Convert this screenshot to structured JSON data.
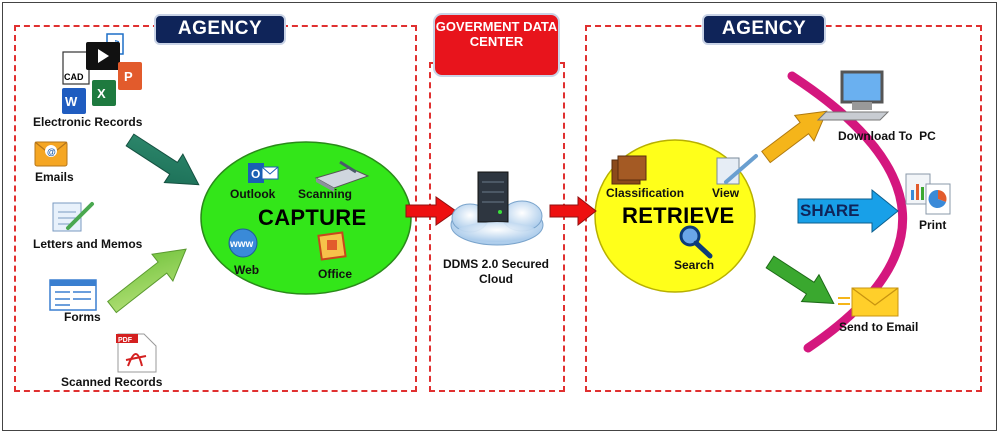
{
  "sections": {
    "left_agency": "AGENCY",
    "data_center": "GOVERMENT DATA CENTER",
    "right_agency": "AGENCY"
  },
  "inputs": {
    "electronic_records": "Electronic Records",
    "emails": "Emails",
    "letters": "Letters and Memos",
    "forms": "Forms",
    "scanned": "Scanned Records"
  },
  "capture": {
    "title": "CAPTURE",
    "outlook": "Outlook",
    "scanning": "Scanning",
    "web": "Web",
    "office": "Office"
  },
  "cloud": {
    "label": "DDMS 2.0 Secured Cloud"
  },
  "retrieve": {
    "title": "RETRIEVE",
    "classification": "Classification",
    "view": "View",
    "search": "Search"
  },
  "outputs": {
    "share": "SHARE",
    "download": "Download To  PC",
    "print": "Print",
    "email": "Send to Email"
  },
  "colors": {
    "navy": "#0f2459",
    "red": "#e8141c",
    "capture": "#33e619",
    "retrieve": "#ffff1a",
    "arc": "#d4177e",
    "share_arrow": "#18a0e8"
  }
}
